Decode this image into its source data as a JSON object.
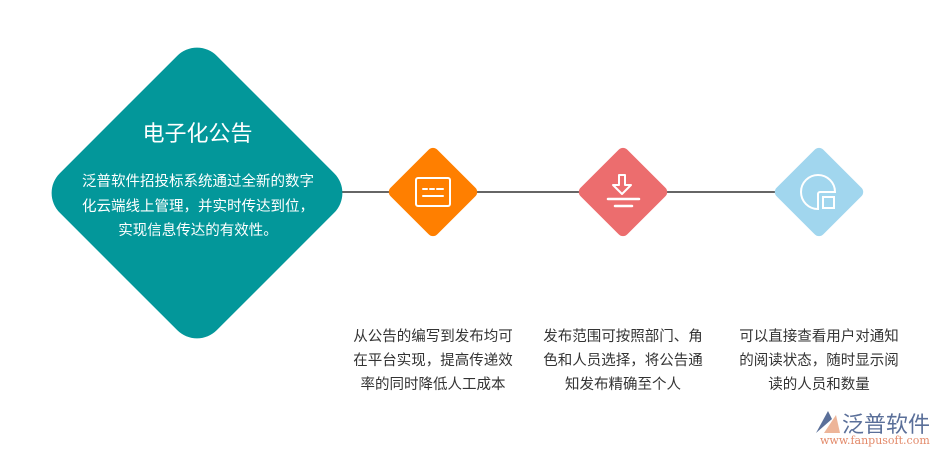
{
  "main": {
    "title": "电子化公告",
    "description": "泛普软件招投标系统通过全新的数字化云端线上管理，并实时传达到位，实现信息传达的有效性。",
    "color": "#03979a"
  },
  "steps": [
    {
      "icon": "message-box-icon",
      "color": "#ff7f00",
      "text": "从公告的编写到发布均可在平台实现，提高传递效率的同时降低人工成本"
    },
    {
      "icon": "download-icon",
      "color": "#ec6d6e",
      "text": "发布范围可按照部门、角色和人员选择，将公告通知发布精确至个人"
    },
    {
      "icon": "chart-shape-icon",
      "color": "#a1d6ee",
      "text": "可以直接查看用户对通知的阅读状态，随时显示阅读的人员和数量"
    }
  ],
  "watermark": {
    "name": "泛普软件",
    "url": "www.fanpusoft.com"
  }
}
